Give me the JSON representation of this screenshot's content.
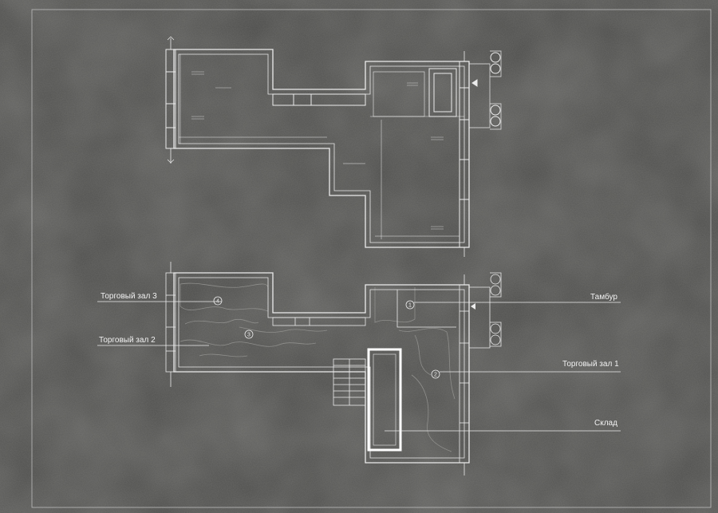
{
  "colors": {
    "background": "#4a4a48",
    "line": "#ececec",
    "frame": "#bdbdbd",
    "floor_pattern": "#8f8f8c"
  },
  "plans": [
    {
      "name": "dimension-plan"
    },
    {
      "name": "zoning-plan"
    }
  ],
  "rooms": {
    "sales_hall_3": "Торговый зал 3",
    "sales_hall_2": "Торговый зал 2",
    "vestibule": "Тамбур",
    "sales_hall_1": "Торговый зал 1",
    "storage": "Склад"
  },
  "room_numbers": [
    "1",
    "2",
    "3",
    "4"
  ]
}
